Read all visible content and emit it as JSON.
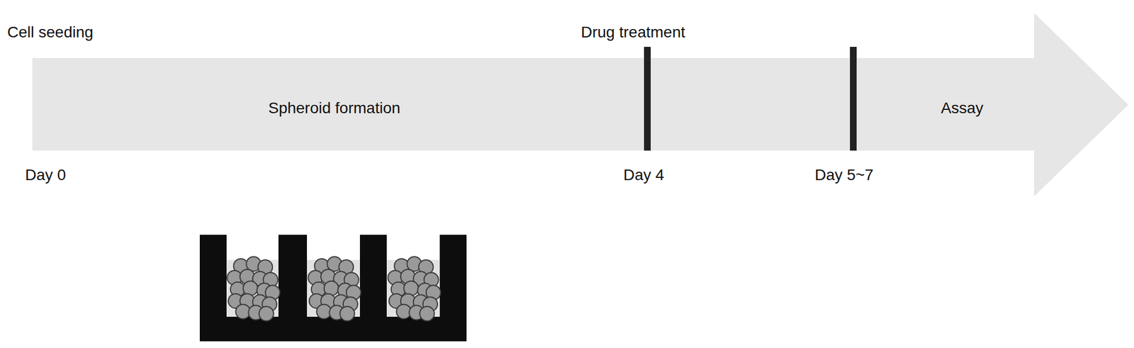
{
  "diagram": {
    "nodes": [
      {
        "text": [
          "Spheroid formation",
          "Assay"
        ]
      }
    ],
    "labels": [
      "Cell seeding",
      "Drug treatment",
      "Day 0",
      "Day 4",
      "Day 5~7"
    ]
  }
}
